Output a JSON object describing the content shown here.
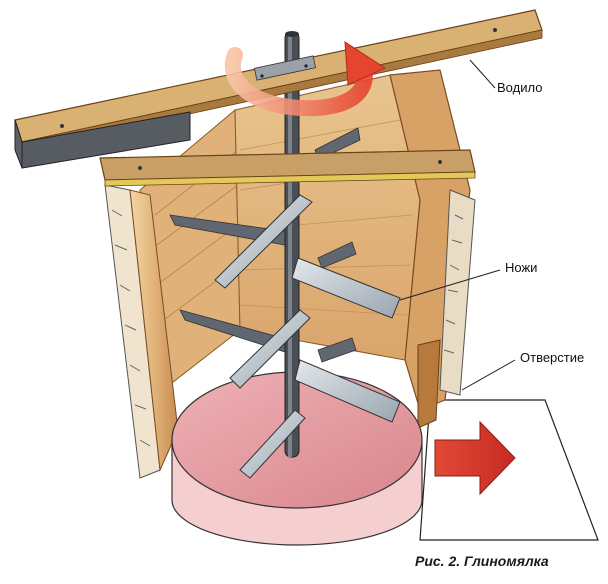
{
  "labels": {
    "crank": "Водило",
    "knives": "Ножи",
    "opening": "Отверстие"
  },
  "caption": "Рис. 2. Глиномялка",
  "colors": {
    "wood_light": "#e9c48f",
    "wood_mid": "#d49a5a",
    "wood_dark": "#9c6a32",
    "plank": "#c49a5e",
    "blade": "#b8c2cc",
    "blade_dark": "#6d737a",
    "shaft": "#4a4f55",
    "disc_top": "#e7a3a8",
    "disc_side": "#f3c7c8",
    "arrow_red": "#d8312b",
    "arrow_orange": "#f08a4b"
  },
  "icons": [
    "rotation-arrow-icon",
    "outflow-arrow-icon"
  ]
}
